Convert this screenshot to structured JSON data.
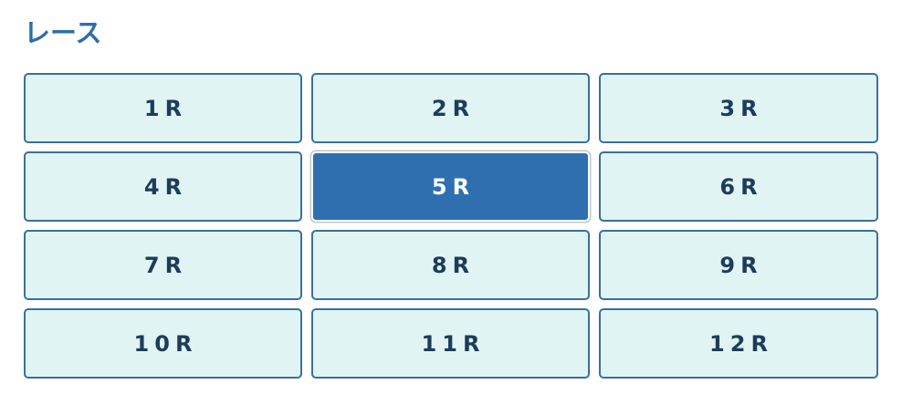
{
  "section": {
    "title": "レース"
  },
  "races": [
    {
      "label": "1R",
      "selected": false
    },
    {
      "label": "2R",
      "selected": false
    },
    {
      "label": "3R",
      "selected": false
    },
    {
      "label": "4R",
      "selected": false
    },
    {
      "label": "5R",
      "selected": true
    },
    {
      "label": "6R",
      "selected": false
    },
    {
      "label": "7R",
      "selected": false
    },
    {
      "label": "8R",
      "selected": false
    },
    {
      "label": "9R",
      "selected": false
    },
    {
      "label": "10R",
      "selected": false
    },
    {
      "label": "11R",
      "selected": false
    },
    {
      "label": "12R",
      "selected": false
    }
  ],
  "colors": {
    "title": "#2e6dac",
    "button_bg": "#e1f4f4",
    "button_border": "#3a6f9e",
    "button_text": "#1c3d5a",
    "selected_bg": "#2f6fb0",
    "selected_text": "#ffffff"
  }
}
